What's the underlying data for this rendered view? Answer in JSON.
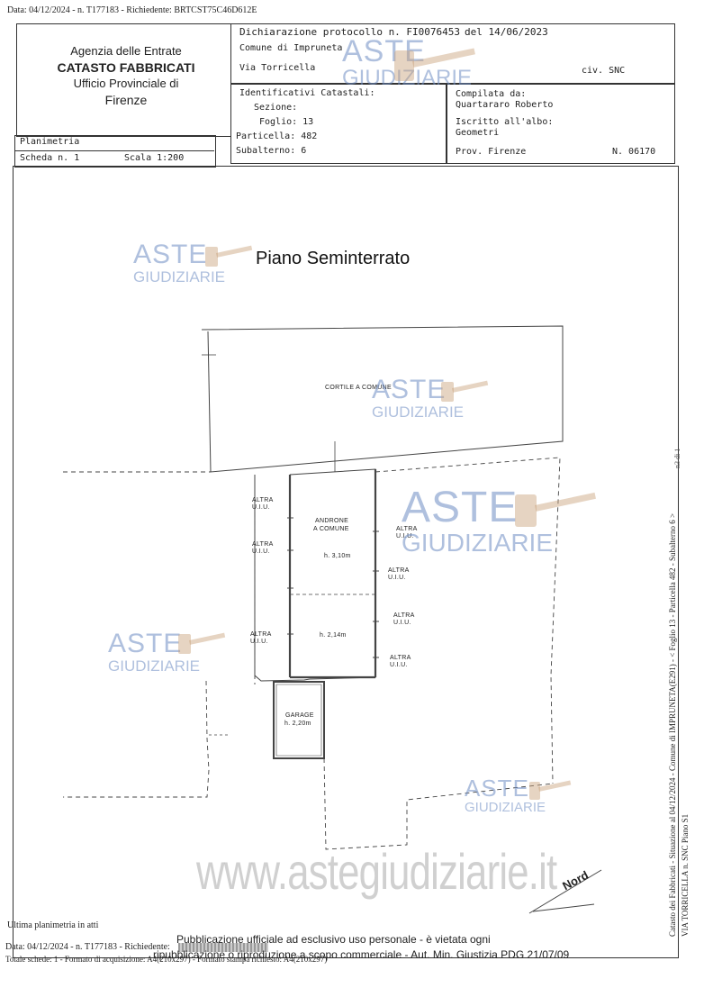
{
  "top_header": "Data: 04/12/2024 - n. T177183 - Richiedente: BRTCST75C46D612E",
  "agency": {
    "line1": "Agenzia delle Entrate",
    "line2": "CATASTO FABBRICATI",
    "line3": "Ufficio Provinciale di",
    "line4": "Firenze"
  },
  "declaration": {
    "text": "Dichiarazione protocollo n. FI0076453",
    "date": "del 14/06/2023",
    "comune": "Comune di Impruneta",
    "via": "Via Torricella",
    "civ": "civ. SNC"
  },
  "identifiers": {
    "title": "Identificativi Catastali:",
    "sezione": "Sezione:",
    "foglio": "Foglio: 13",
    "particella": "Particella: 482",
    "subalterno": "Subalterno: 6"
  },
  "compiled": {
    "label": "Compilata da:",
    "name": "Quartararo Roberto",
    "albo_label": "Iscritto all'albo:",
    "albo": "Geometri",
    "prov": "Prov. Firenze",
    "num": "N. 06170"
  },
  "planimetria": {
    "label": "Planimetria",
    "scheda": "Scheda n. 1",
    "scala": "Scala 1:200"
  },
  "floor_title": "Piano Seminterrato",
  "watermark": {
    "big": "ASTE",
    "sub": "GIUDIZIARIE",
    "url": "www.astegiudiziarie.it"
  },
  "plan_labels": {
    "cortile": "CORTILE A COMUNE",
    "androne1": "ANDRONE",
    "androne2": "A COMUNE",
    "h1": "h. 3,10m",
    "h2": "h. 2,14m",
    "garage": "GARAGE",
    "garage_h": "h. 2,20m",
    "altra": "ALTRA",
    "ui": "U.I.U."
  },
  "nord": "Nord",
  "side_text": "Catasto dei Fabbricati - Situazione al 04/12/2024 - Comune di IMPRUNETA(E291) - < Foglio 13 - Particella 482 - Subalterno 6 >",
  "side_text2": "VIA TORRICELLA n. SNC Piano S1",
  "side_top": "n3 di 1",
  "footer": {
    "ultima": "Ultima planimetria in atti",
    "data": "Data: 04/12/2024 - n. T177183 - Richiedente:",
    "totale": "Totale schede: 1 - Formato di acquisizione: A4(210x297) - Formato stampa richiesto: A4(210x297)",
    "pub1": "Pubblicazione ufficiale ad esclusivo uso personale - è vietata ogni",
    "pub2": "ripubblicazione o riproduzione a scopo commerciale - Aut. Min. Giustizia PDG 21/07/09"
  }
}
